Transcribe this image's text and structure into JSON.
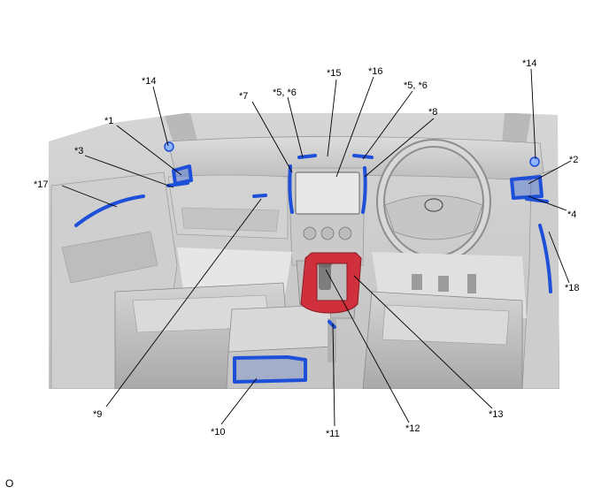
{
  "callouts": {
    "c1": "*1",
    "c2": "*2",
    "c3": "*3",
    "c4": "*4",
    "c5a": "*5, *6",
    "c5b": "*5, *6",
    "c7": "*7",
    "c8": "*8",
    "c9": "*9",
    "c10": "*10",
    "c11": "*11",
    "c12": "*12",
    "c13": "*13",
    "c14a": "*14",
    "c14b": "*14",
    "c15": "*15",
    "c16": "*16",
    "c17": "*17",
    "c18": "*18"
  },
  "footer": {
    "code": "O"
  },
  "colors": {
    "highlight_blue": "#1e4fd8",
    "highlight_red": "#d0303c",
    "interior_gray": "#c9c9c9"
  }
}
